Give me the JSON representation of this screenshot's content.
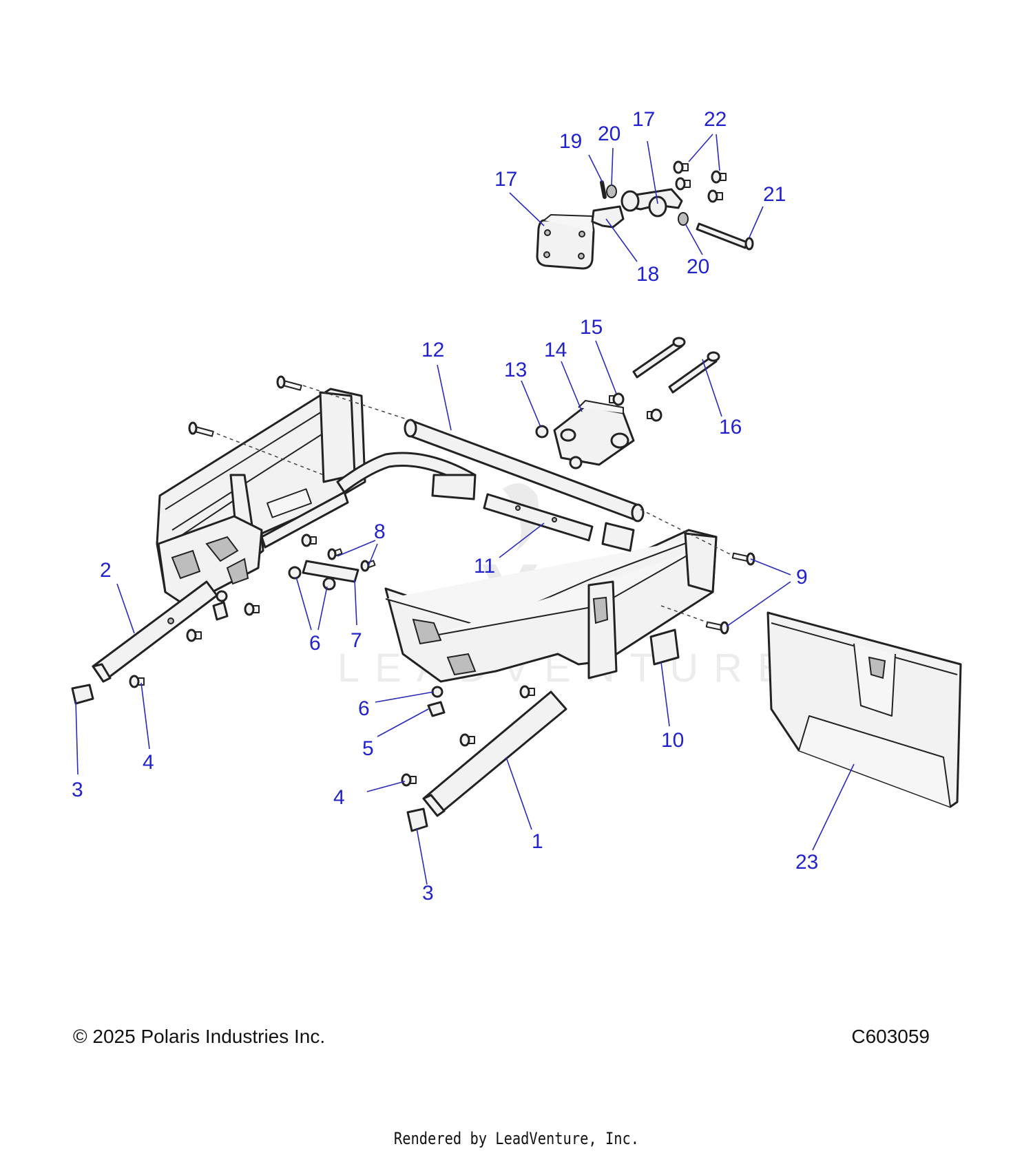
{
  "diagram": {
    "callouts": [
      {
        "label": "1"
      },
      {
        "label": "2"
      },
      {
        "label": "3"
      },
      {
        "label": "3"
      },
      {
        "label": "4"
      },
      {
        "label": "4"
      },
      {
        "label": "5"
      },
      {
        "label": "6"
      },
      {
        "label": "6"
      },
      {
        "label": "7"
      },
      {
        "label": "8"
      },
      {
        "label": "9"
      },
      {
        "label": "10"
      },
      {
        "label": "11"
      },
      {
        "label": "12"
      },
      {
        "label": "13"
      },
      {
        "label": "14"
      },
      {
        "label": "15"
      },
      {
        "label": "16"
      },
      {
        "label": "17"
      },
      {
        "label": "17"
      },
      {
        "label": "18"
      },
      {
        "label": "19"
      },
      {
        "label": "20"
      },
      {
        "label": "20"
      },
      {
        "label": "21"
      },
      {
        "label": "22"
      },
      {
        "label": "23"
      }
    ]
  },
  "footer": {
    "copyright": "© 2025 Polaris Industries Inc.",
    "figure_id": "C603059",
    "rendered_by": "Rendered by LeadVenture, Inc."
  },
  "watermark": {
    "text": "LEADVENTURE"
  }
}
